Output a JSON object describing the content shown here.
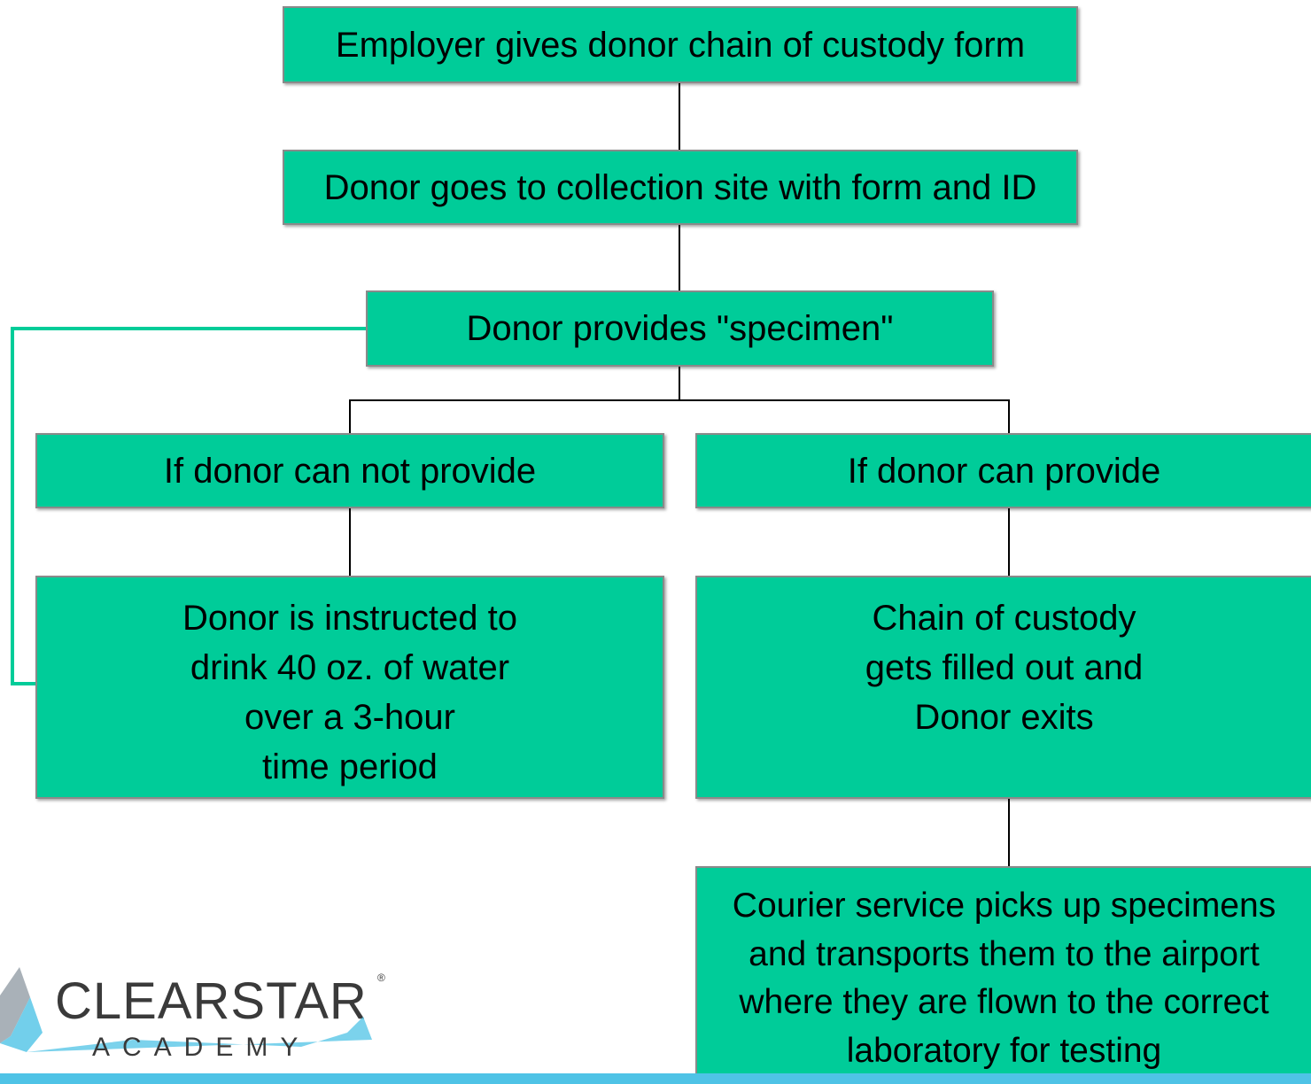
{
  "nodes": {
    "employer": "Employer gives donor chain of custody form",
    "collection_site": "Donor goes to collection site with form and ID",
    "provides_specimen": "Donor provides \"specimen\"",
    "cannot_provide": "If donor can not provide",
    "can_provide": "If donor can provide",
    "drink_water": "Donor is instructed to\ndrink 40 oz. of water\nover a 3-hour\ntime period",
    "chain_filled": "Chain of custody\ngets filled out and\nDonor exits",
    "courier": "Courier service picks up specimens\nand transports them to the airport\nwhere they are flown to the correct\nlaboratory for testing"
  },
  "logo": {
    "brand": "CLEARSTAR",
    "sub": "ACADEMY"
  },
  "colors": {
    "box_fill": "#00cc99",
    "connector": "#000000",
    "loop_connector": "#00cc99",
    "logo_text": "#3a3a3a",
    "logo_accent": "#4fc3e6"
  }
}
